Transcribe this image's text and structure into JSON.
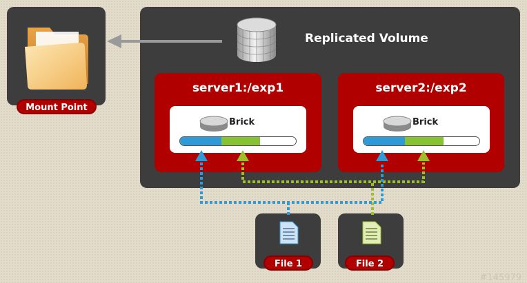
{
  "volume": {
    "title": "Replicated Volume"
  },
  "mount": {
    "label": "Mount Point"
  },
  "servers": [
    {
      "title": "server1:/exp1",
      "brick_label": "Brick"
    },
    {
      "title": "server2:/exp2",
      "brick_label": "Brick"
    }
  ],
  "files": [
    {
      "label": "File 1",
      "color": "#2e9ad8"
    },
    {
      "label": "File 2",
      "color": "#9cbf2a"
    }
  ],
  "watermark": "#145979",
  "colors": {
    "panel": "#3d3d3d",
    "accent_red": "#b00000",
    "file1": "#2e9ad8",
    "file2": "#86c232"
  }
}
